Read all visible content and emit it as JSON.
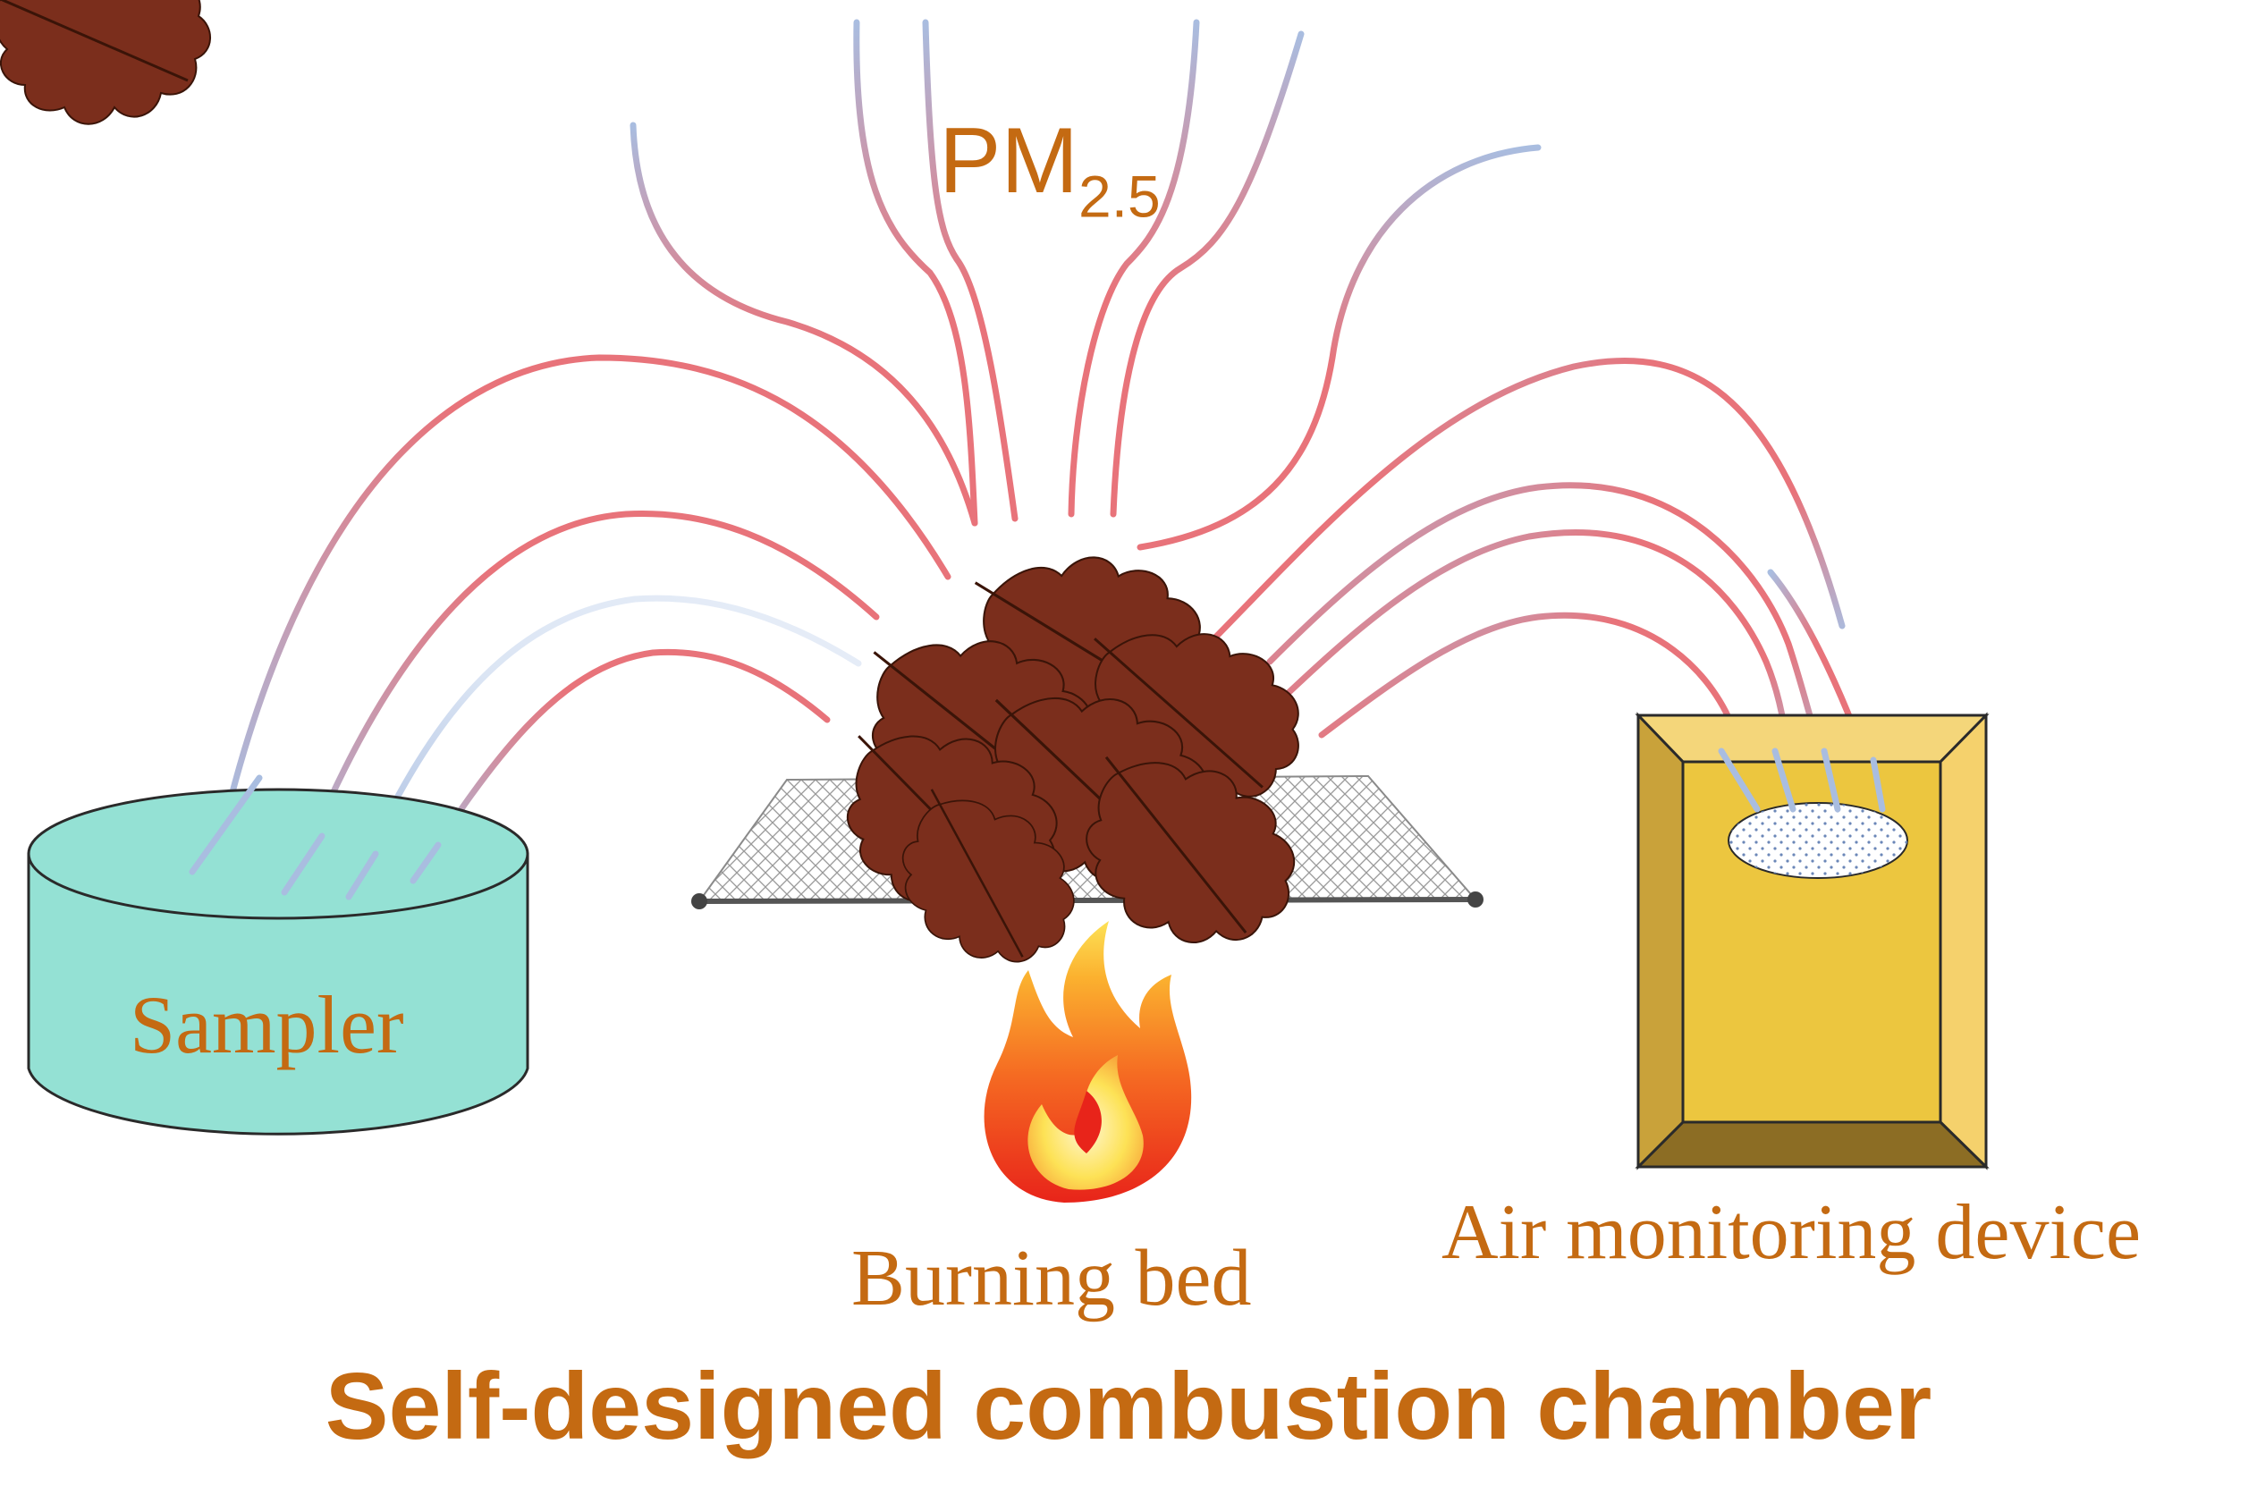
{
  "labels": {
    "pm_main": "PM",
    "pm_sub": "2.5",
    "sampler": "Sampler",
    "burning_bed": "Burning bed",
    "air_device": "Air monitoring device",
    "title": "Self-designed combustion chamber"
  },
  "colors": {
    "label_orange": "#c46a12",
    "stream_red": "#e8737a",
    "stream_blue": "#a9bde0",
    "sampler_fill": "#94e1d4",
    "device_face": "#ecc63f",
    "leaf": "#7b2e1c",
    "flame_red": "#e8241a",
    "flame_yellow": "#fde256"
  },
  "icons": {
    "sampler": "cylinder-icon",
    "leaves": "oak-leaves-icon",
    "grate": "wire-mesh-grate-icon",
    "flame": "flame-icon",
    "device": "air-monitor-box-icon"
  }
}
